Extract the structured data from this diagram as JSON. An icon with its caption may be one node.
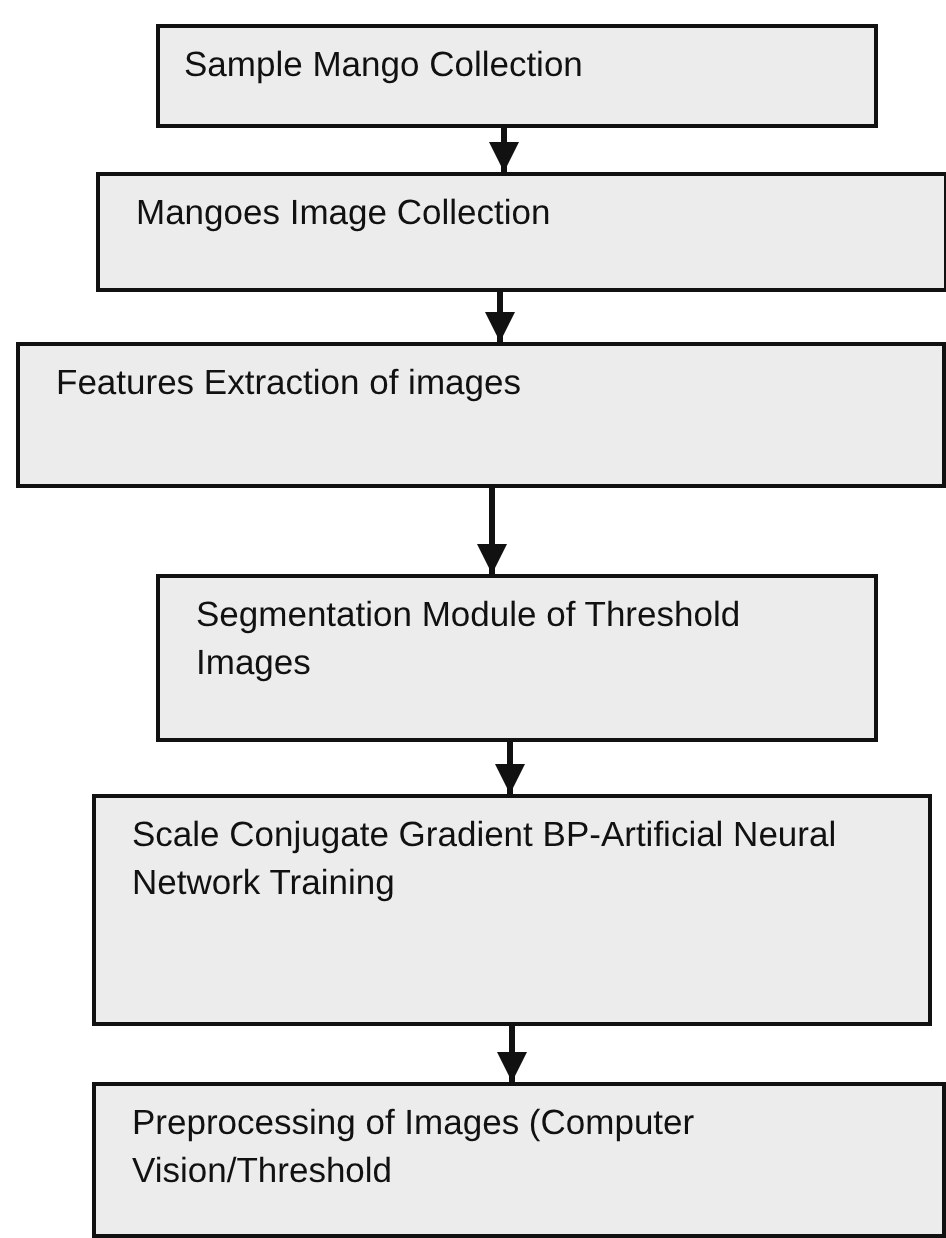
{
  "diagram": {
    "nodes": [
      {
        "text": [
          "Sample Mango Collection"
        ]
      },
      {
        "text": [
          "Mangoes Image Collection"
        ]
      },
      {
        "text": [
          "Features Extraction of images"
        ]
      },
      {
        "text": [
          "Segmentation Module of Threshold Images"
        ]
      },
      {
        "text": [
          "Scale Conjugate Gradient BP-Artificial Neural Network Training"
        ]
      },
      {
        "text": [
          "Preprocessing of Images (Computer Vision/Threshold"
        ]
      }
    ],
    "edges": [
      {
        "from": 0,
        "to": 1,
        "arrow": "to"
      },
      {
        "from": 1,
        "to": 2,
        "arrow": "to"
      },
      {
        "from": 2,
        "to": 3,
        "arrow": "to"
      },
      {
        "from": 3,
        "to": 4,
        "arrow": "to"
      },
      {
        "from": 4,
        "to": 5,
        "arrow": "to"
      }
    ]
  }
}
